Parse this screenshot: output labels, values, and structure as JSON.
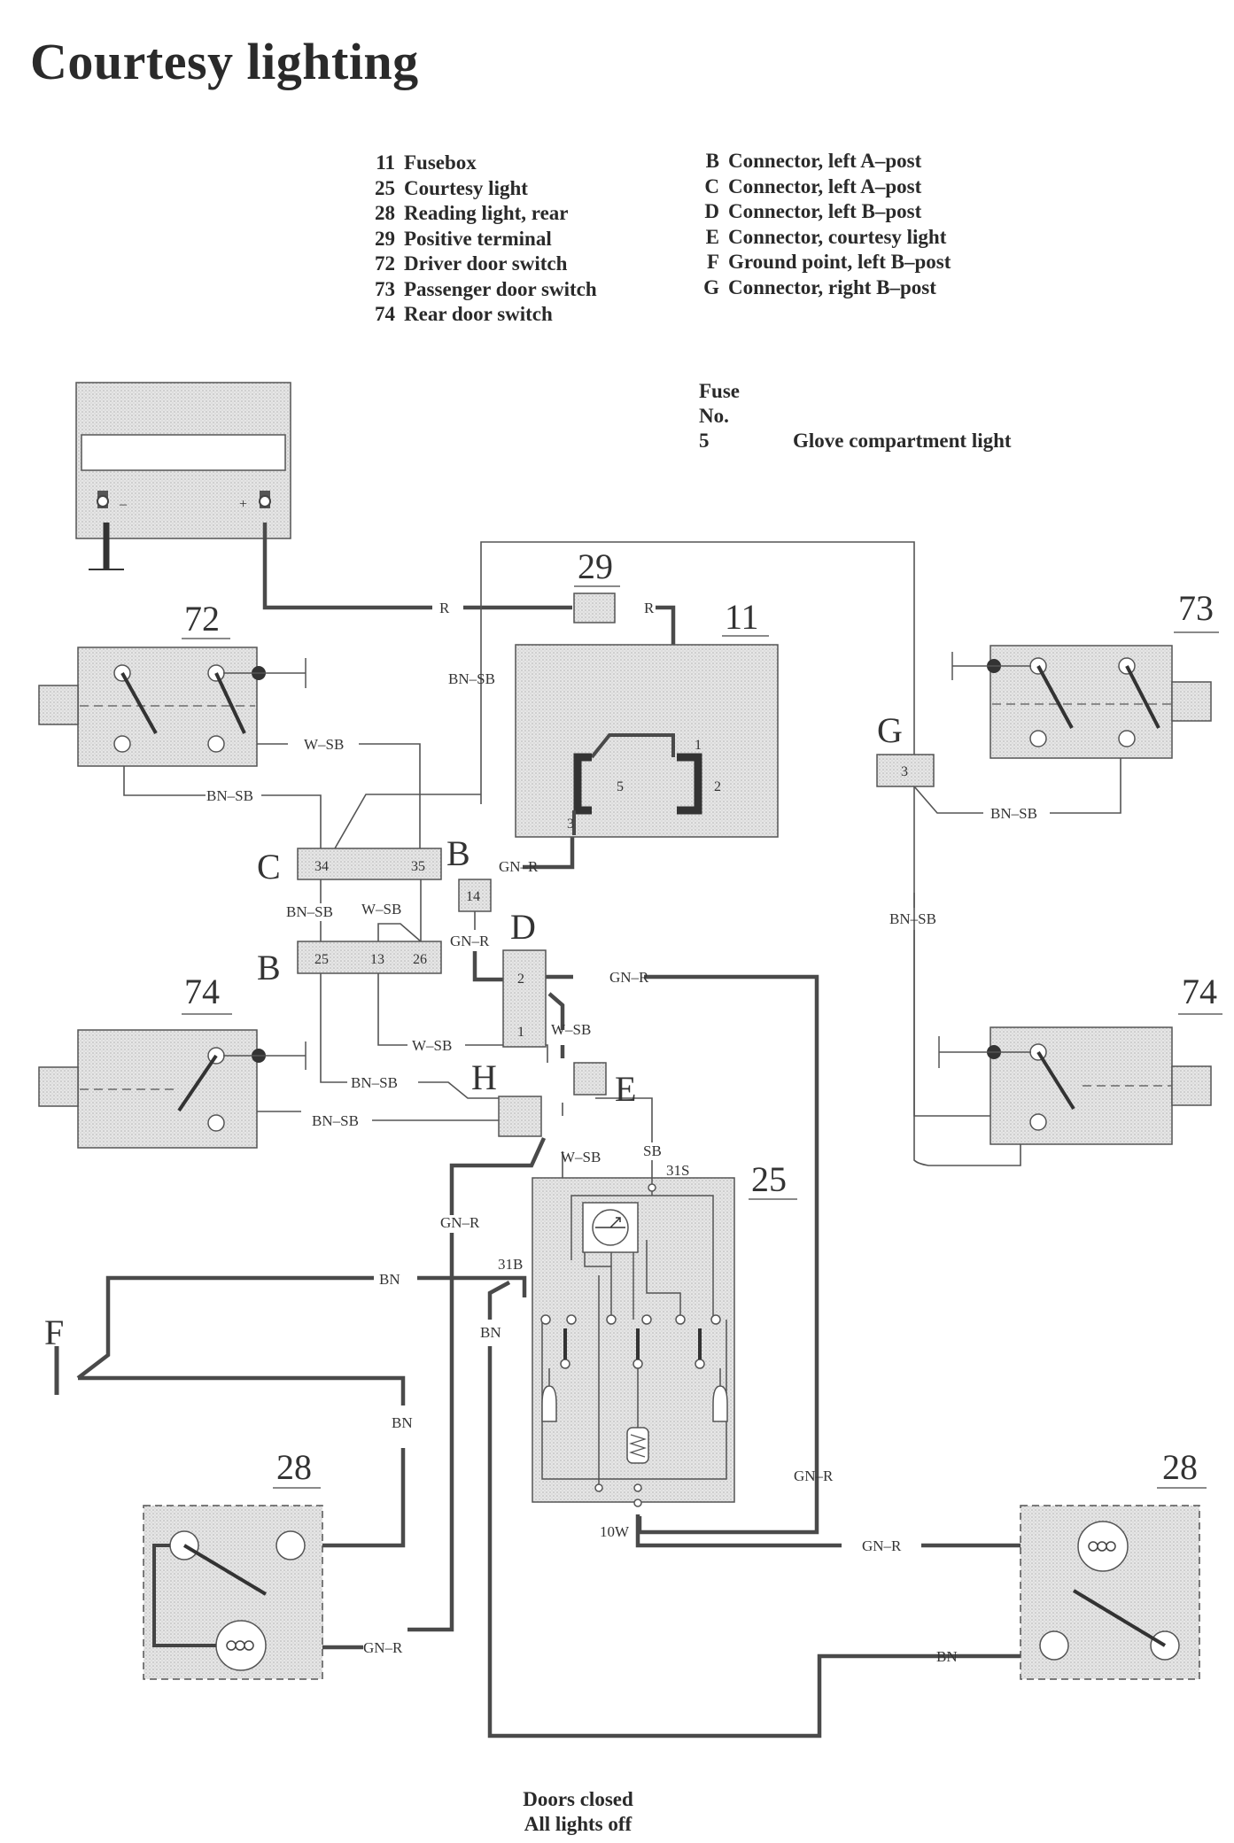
{
  "title": "Courtesy lighting",
  "legend_left": [
    {
      "num": "11",
      "label": "Fusebox"
    },
    {
      "num": "25",
      "label": "Courtesy light"
    },
    {
      "num": "28",
      "label": "Reading light, rear"
    },
    {
      "num": "29",
      "label": "Positive terminal"
    },
    {
      "num": "72",
      "label": "Driver door switch"
    },
    {
      "num": "73",
      "label": "Passenger door switch"
    },
    {
      "num": "74",
      "label": "Rear door switch"
    }
  ],
  "legend_right": [
    {
      "letter": "B",
      "label": "Connector, left A–post"
    },
    {
      "letter": "C",
      "label": "Connector, left A–post"
    },
    {
      "letter": "D",
      "label": "Connector, left B–post"
    },
    {
      "letter": "E",
      "label": "Connector, courtesy light"
    },
    {
      "letter": "F",
      "label": "Ground point, left B–post"
    },
    {
      "letter": "G",
      "label": "Connector, right B–post"
    }
  ],
  "fuse": {
    "line1": "Fuse",
    "line2": "No.",
    "number": "5",
    "label": "Glove compartment light"
  },
  "components": {
    "c72": "72",
    "c73": "73",
    "c74_left": "74",
    "c74_right": "74",
    "c11": "11",
    "c29": "29",
    "c25": "25",
    "c28_left": "28",
    "c28_right": "28"
  },
  "connectors": {
    "B": "B",
    "C": "C",
    "D": "D",
    "E": "E",
    "F": "F",
    "G": "G",
    "H": "H",
    "C_pin_34": "34",
    "C_pin_35": "35",
    "B_pin_25": "25",
    "B_pin_13": "13",
    "B_pin_26": "26",
    "B_pin_14": "14",
    "D_pin_2": "2",
    "D_pin_1": "1",
    "G_pin_3": "3",
    "fuse_pin_1": "1",
    "fuse_pin_2": "2",
    "fuse_pin_3": "3",
    "fuse_pin_5": "5"
  },
  "battery": {
    "minus": "–",
    "plus": "+"
  },
  "wires": {
    "R1": "R",
    "R2": "R",
    "BN_SB_72top": "BN–SB",
    "W_SB_72": "W–SB",
    "BN_SB_72": "BN–SB",
    "GN_R_B": "GN–R",
    "BN_SB_C": "BN–SB",
    "W_SB_C": "W–SB",
    "GN_R_14": "GN–R",
    "GN_R_D": "GN–R",
    "W_SB_D": "W–SB",
    "W_SB_74": "W–SB",
    "BN_SB_H1": "BN–SB",
    "BN_SB_H2": "BN–SB",
    "BN_SB_G": "BN–SB",
    "BN_SB_G2": "BN–SB",
    "W_SB_E": "W–SB",
    "SB": "SB",
    "T31S": "31S",
    "T31B": "31B",
    "GN_R_left": "GN–R",
    "BN_F": "BN",
    "BN_left": "BN",
    "BN_28": "BN",
    "GN_R_28l": "GN–R",
    "GN_R_right": "GN–R",
    "W10": "10W",
    "GN_R_28r": "GN–R",
    "BN_28r": "BN"
  },
  "footer": {
    "line1": "Doors closed",
    "line2": "All lights off"
  }
}
